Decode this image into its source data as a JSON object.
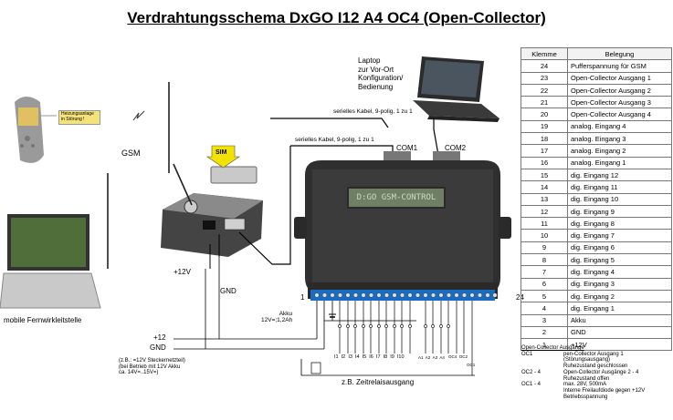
{
  "title": "Verdrahtungsschema DxGO I12 A4 OC4 (Open-Collector)",
  "laptop_label": [
    "Laptop",
    "zur Vor-Ort",
    "Konfiguration/",
    "Bedienung"
  ],
  "cable1": "serielles Kabel, 9-polig, 1 zu 1",
  "cable2": "serielles Kabel, 9-polig, 1 zu 1",
  "com1": "COM1",
  "com2": "COM2",
  "gsm": "GSM",
  "sim": "SIM",
  "sms_text": [
    "Heizungsanlage",
    "in Störung !"
  ],
  "lcd_text": "D:GO GSM-CONTROL",
  "plus12v_modem": "+12V",
  "gnd_modem": "GND",
  "mobile_label": "mobile Fernwirkleitstelle",
  "terminal_start": "1",
  "terminal_end": "24",
  "akku": [
    "Akku",
    "12V=;1,2Ah"
  ],
  "rail_plus": "+12",
  "rail_gnd": "GND",
  "psu_note": [
    "(z.B.: =12V Steckernetzteil)",
    "(bei Betrieb mit 12V Akku",
    "ca. 14V=..15V=)"
  ],
  "input_labels": [
    "I1",
    "I2",
    "I3",
    "I4",
    "I5",
    "I6",
    "I7",
    "I8",
    "I9",
    "I10"
  ],
  "analog_labels": [
    "A1",
    "A2",
    "A3",
    "A4"
  ],
  "oc_labels": [
    "OC4",
    "OC2",
    "OC1"
  ],
  "relay_label": "z.B. Zeitrelaisausgang",
  "table": {
    "header": [
      "Klemme",
      "Belegung"
    ],
    "rows": [
      [
        "24",
        "Pufferspannung für GSM"
      ],
      [
        "23",
        "Open-Collector Ausgang 1"
      ],
      [
        "22",
        "Open-Collector Ausgang 2"
      ],
      [
        "21",
        "Open-Collector Ausgang 3"
      ],
      [
        "20",
        "Open-Collector Ausgang 4"
      ],
      [
        "19",
        "analog. Eingang 4"
      ],
      [
        "18",
        "analog. Eingang 3"
      ],
      [
        "17",
        "analog. Eingang 2"
      ],
      [
        "16",
        "analog. Eingang 1"
      ],
      [
        "15",
        "dig. Eingang 12"
      ],
      [
        "14",
        "dig. Eingang 11"
      ],
      [
        "13",
        "dig. Eingang 10"
      ],
      [
        "12",
        "dig. Eingang 9"
      ],
      [
        "11",
        "dig. Eingang 8"
      ],
      [
        "10",
        "dig. Eingang 7"
      ],
      [
        "9",
        "dig. Eingang 6"
      ],
      [
        "8",
        "dig. Eingang 5"
      ],
      [
        "7",
        "dig. Eingang 4"
      ],
      [
        "6",
        "dig. Eingang 3"
      ],
      [
        "5",
        "dig. Eingang 2"
      ],
      [
        "4",
        "dig. Eingang 1"
      ],
      [
        "3",
        "Akku"
      ],
      [
        "2",
        "GND"
      ],
      [
        "1",
        "+12V"
      ]
    ]
  },
  "notes": {
    "heading": "Open-Collector Ausgänge",
    "rows": [
      [
        "OC1",
        "pen-Collector Ausgang 1"
      ],
      [
        "",
        "(Störungsausgang)"
      ],
      [
        "",
        "Ruhezustand geschlossen"
      ],
      [
        "OC2 - 4",
        "Open-Collector Ausgänge 2 - 4"
      ],
      [
        "",
        "Ruhezustand offen"
      ],
      [
        "OC1 - 4",
        "max. 28V, 500mA"
      ],
      [
        "",
        "Interne Freilaufdiode gegen +12V"
      ],
      [
        "",
        "Betriebsspannung"
      ]
    ]
  }
}
